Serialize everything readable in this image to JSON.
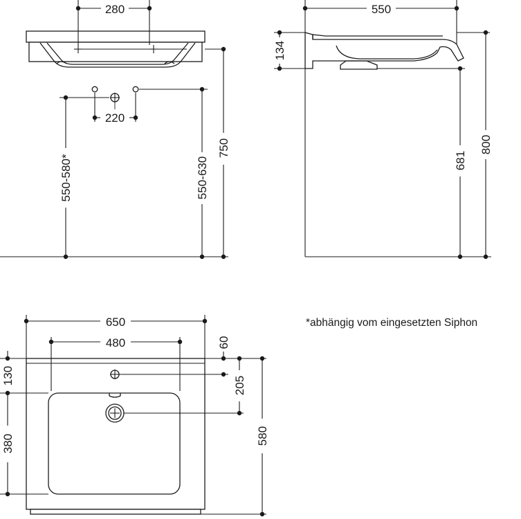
{
  "front_view": {
    "dims": {
      "tap_spacing": "280",
      "tap_hole_spacing": "220",
      "drain_height": "550-580*",
      "rim_to_floor": "550-630",
      "overall_height": "750"
    }
  },
  "side_view": {
    "dims": {
      "depth": "550",
      "basin_height": "134",
      "underside_height": "681",
      "top_height": "800"
    }
  },
  "top_view": {
    "dims": {
      "width": "650",
      "tap_hole_width": "480",
      "back_to_tap": "60",
      "back_to_drain": "205",
      "total_depth": "580",
      "back_to_bowl": "130",
      "bowl_depth": "380"
    }
  },
  "note": "*abhängig vom eingesetzten Siphon"
}
